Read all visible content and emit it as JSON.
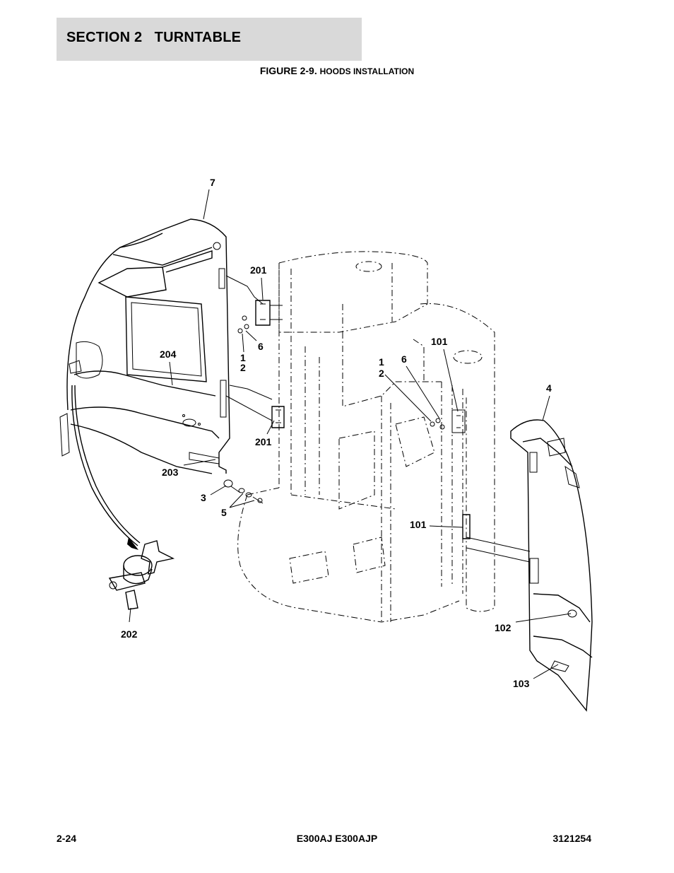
{
  "header": {
    "section_label": "SECTION 2   TURNTABLE"
  },
  "figure": {
    "title_prefix": "FIGURE 2-9.",
    "title_rest": "HOODS INSTALLATION"
  },
  "callouts": {
    "c7": "7",
    "c201a": "201",
    "c6a": "6",
    "c1a": "1",
    "c2a": "2",
    "c204": "204",
    "c201b": "201",
    "c203": "203",
    "c3": "3",
    "c5": "5",
    "c202": "202",
    "c1b": "1",
    "c2b": "2",
    "c6b": "6",
    "c101a": "101",
    "c4": "4",
    "c101b": "101",
    "c102": "102",
    "c103": "103"
  },
  "footer": {
    "page_number": "2-24",
    "model": "E300AJ E300AJP",
    "doc_number": "3121254"
  }
}
